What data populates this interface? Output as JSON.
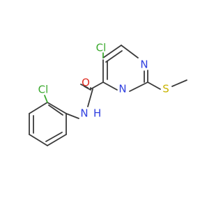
{
  "colors": {
    "bond": "#3a3a3a",
    "chlorine": "#3caa2f",
    "nitrogen": "#2f3fe0",
    "oxygen": "#e02b20",
    "sulfur": "#c9b400",
    "hydrogen_on_n": "#2f3fe0"
  },
  "atoms": {
    "cl_top": "Cl",
    "n_ring_upper": "N",
    "n_ring_lower": "N",
    "s": "S",
    "o": "O",
    "nh_n": "N",
    "nh_h": "H",
    "cl_left": "Cl"
  }
}
